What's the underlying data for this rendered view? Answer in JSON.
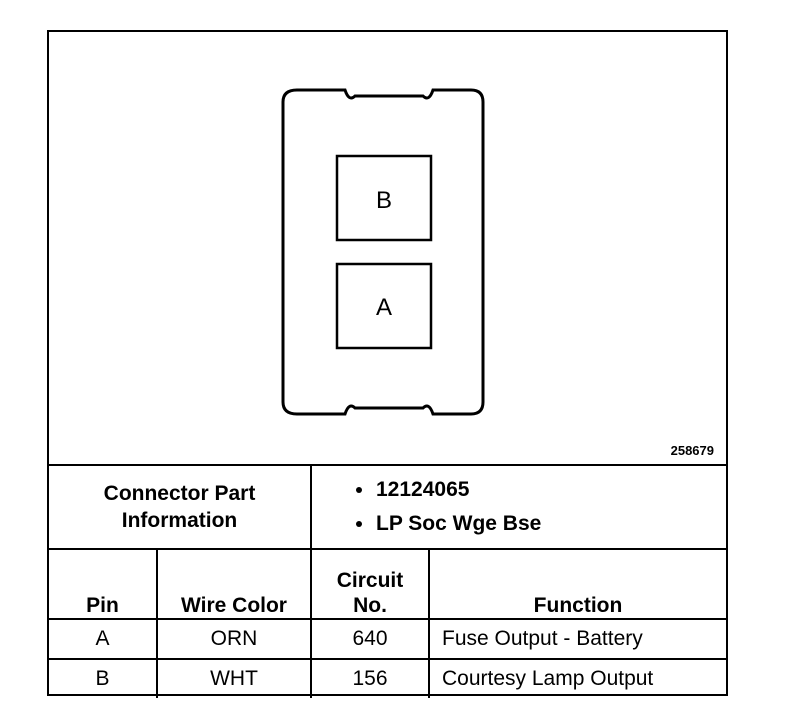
{
  "figure_id": "258679",
  "connector": {
    "cavities": [
      {
        "pin": "B"
      },
      {
        "pin": "A"
      }
    ]
  },
  "part_info": {
    "label_line1": "Connector Part",
    "label_line2": "Information",
    "values": [
      "12124065",
      "LP Soc Wge Bse"
    ]
  },
  "table": {
    "headers": {
      "pin": "Pin",
      "wire_color": "Wire Color",
      "circuit_line1": "Circuit",
      "circuit_line2": "No.",
      "function": "Function"
    },
    "rows": [
      {
        "pin": "A",
        "wire_color": "ORN",
        "circuit": "640",
        "function": "Fuse Output - Battery"
      },
      {
        "pin": "B",
        "wire_color": "WHT",
        "circuit": "156",
        "function": "Courtesy Lamp Output"
      }
    ]
  }
}
